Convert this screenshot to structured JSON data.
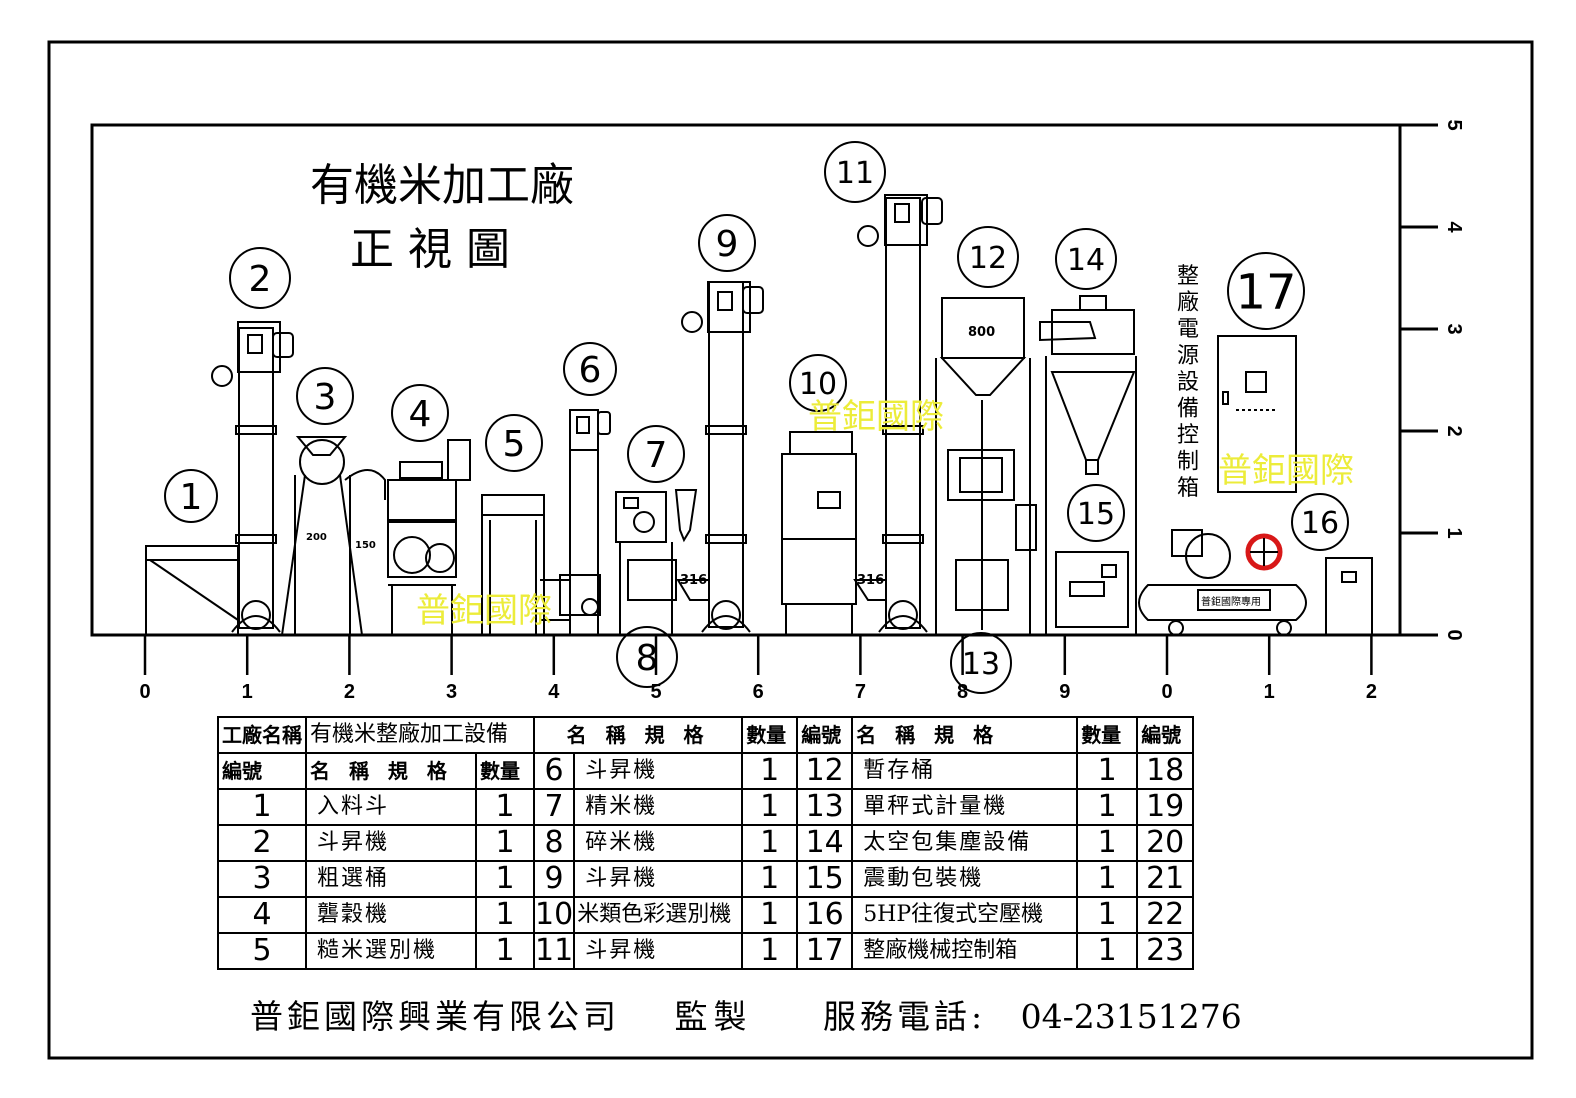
{
  "title_line1": "有機米加工廠",
  "title_line2": "正 視 圖",
  "vertical_label": [
    "整",
    "廠",
    "電",
    "源",
    "設",
    "備",
    "控",
    "制",
    "箱"
  ],
  "watermark": "普鉅國際",
  "callouts": [
    "1",
    "2",
    "3",
    "4",
    "5",
    "6",
    "7",
    "8",
    "9",
    "10",
    "11",
    "12",
    "13",
    "14",
    "15",
    "16",
    "17"
  ],
  "x_axis_ticks": [
    "0",
    "1",
    "2",
    "3",
    "4",
    "5",
    "6",
    "7",
    "8",
    "9",
    "0",
    "1",
    "2"
  ],
  "y_axis_ticks": [
    "0",
    "1",
    "2",
    "3",
    "4",
    "5"
  ],
  "equipment_labels": {
    "hopper_800": "800",
    "bucket_316a": "316",
    "bucket_316b": "316",
    "mark_200": "200",
    "mark_150": "150",
    "compressor_plate": "普鉅國際專用"
  },
  "table": {
    "factory_name_label": "工廠名稱",
    "factory_name_value": "有機米整廠加工設備",
    "col_number": "編號",
    "col_name": "名 稱 規 格",
    "col_qty": "數量",
    "col_name_mid": "名 稱 規 格",
    "col_qty_mid": "數量",
    "col_number_mid": "編號",
    "col_name_right": "名 稱 規 格",
    "col_qty_right": "數量",
    "col_number_right": "編號",
    "rows": [
      {
        "a_no": "1",
        "a_name": "入料斗",
        "a_qty": "1",
        "b_no": "6",
        "b_name": "斗昇機",
        "b_qty": "1",
        "c_no": "12",
        "c_name": "暫存桶",
        "c_qty": "1",
        "d_no": "18"
      },
      {
        "a_no": "2",
        "a_name": "斗昇機",
        "a_qty": "1",
        "b_no": "7",
        "b_name": "精米機",
        "b_qty": "1",
        "c_no": "13",
        "c_name": "單秤式計量機",
        "c_qty": "1",
        "d_no": "19"
      },
      {
        "a_no": "3",
        "a_name": "粗選桶",
        "a_qty": "1",
        "b_no": "8",
        "b_name": "碎米機",
        "b_qty": "1",
        "c_no": "14",
        "c_name": "太空包集塵設備",
        "c_qty": "1",
        "d_no": "20"
      },
      {
        "a_no": "4",
        "a_name": "礱穀機",
        "a_qty": "1",
        "b_no": "9",
        "b_name": "斗昇機",
        "b_qty": "1",
        "c_no": "15",
        "c_name": "震動包裝機",
        "c_qty": "1",
        "d_no": "21"
      },
      {
        "a_no": "5",
        "a_name": "糙米選別機",
        "a_qty": "1",
        "b_no": "10",
        "b_name": "米類色彩選別機",
        "b_qty": "1",
        "c_no": "16",
        "c_name": "5HP往復式空壓機",
        "c_qty": "1",
        "d_no": "22"
      },
      {
        "a_no": "",
        "a_name": "",
        "a_qty": "",
        "b_no": "11",
        "b_name": "斗昇機",
        "b_qty": "1",
        "c_no": "17",
        "c_name": "整廠機械控制箱",
        "c_qty": "1",
        "d_no": "23"
      }
    ]
  },
  "footer": {
    "company": "普鉅國際興業有限公司",
    "supervise": "監製",
    "phone_label": "服務電話:",
    "phone": "04-23151276"
  }
}
